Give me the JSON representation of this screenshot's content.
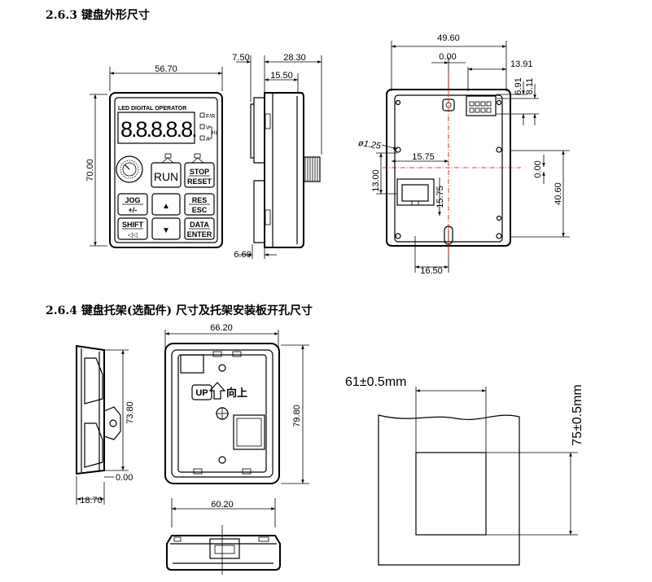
{
  "headings": {
    "s263": "2.6.3 键盘外形尺寸",
    "s264": "2.6.4 键盘托架(选配件) 尺寸及托架安装板开孔尺寸"
  },
  "front": {
    "width": "56.70",
    "height": "70.00",
    "title": "LED DIGITAL OPERATOR",
    "digits": "8.8.8.8.8.",
    "ind_fr": "F/R",
    "ind_v": "V",
    "ind_a": "A",
    "ind_hz": "Hz",
    "btn_run": "RUN",
    "btn_stop_top": "STOP",
    "btn_stop_bottom": "RESET",
    "btn_jog_top": "JOG",
    "btn_jog_bottom": "+/-",
    "btn_res_top": "RES",
    "btn_res_bottom": "ESC",
    "btn_shift_top": "SHIFT",
    "btn_shift_bottom": "◁◁",
    "btn_data_top": "DATA",
    "btn_data_bottom": "ENTER",
    "btn_up": "▲",
    "btn_down": "▼"
  },
  "side": {
    "d1": "7.50",
    "d2": "28.30",
    "d3": "15.50",
    "d4": "6.60"
  },
  "back": {
    "width": "49.60",
    "d_zero_top": "0.00",
    "d_1391": "13.91",
    "d_691": "6.91",
    "d_811": "8.11",
    "hole": "ø1.25",
    "d_1575a": "15.75",
    "d_1300": "13.00",
    "d_1575b": "15.75",
    "d_zero_right": "0.00",
    "d_4060": "40.60",
    "d_1650": "16.50"
  },
  "bracket": {
    "d_1870": "18.70",
    "d_7380": "73.80",
    "d_zero": "0.00",
    "width": "66.20",
    "height": "79.80",
    "up": "UP",
    "up_cn": "向上",
    "bottom_width": "60.20"
  },
  "cutout": {
    "width": "61±0.5mm",
    "height": "75±0.5mm"
  }
}
